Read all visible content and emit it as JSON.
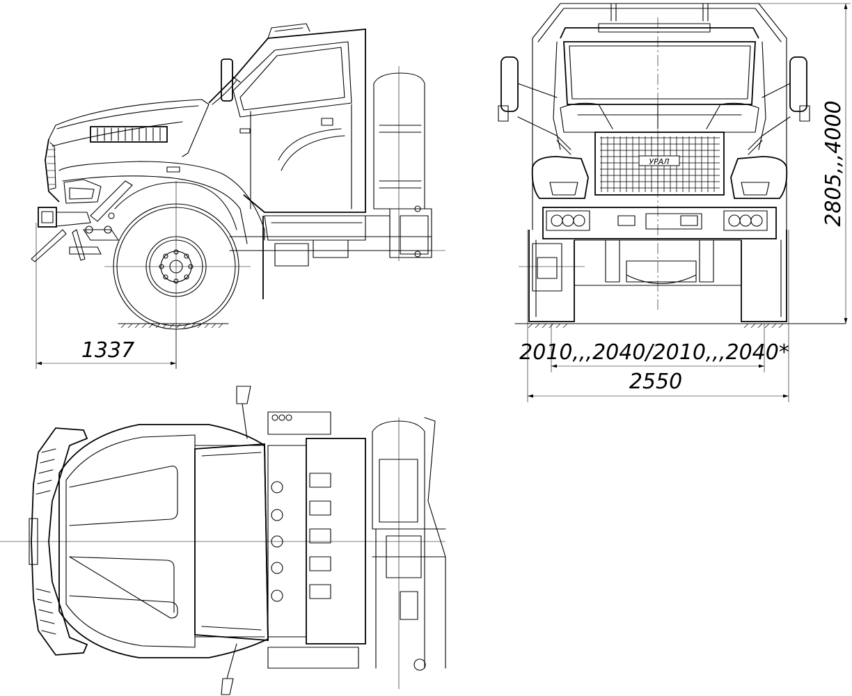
{
  "dimensions": {
    "front_overhang": "1337",
    "track_width": "2010,,,2040/2010,,,2040*",
    "overall_width": "2550",
    "height": "2805,,,4000"
  },
  "grille_badge": "УРАЛ"
}
